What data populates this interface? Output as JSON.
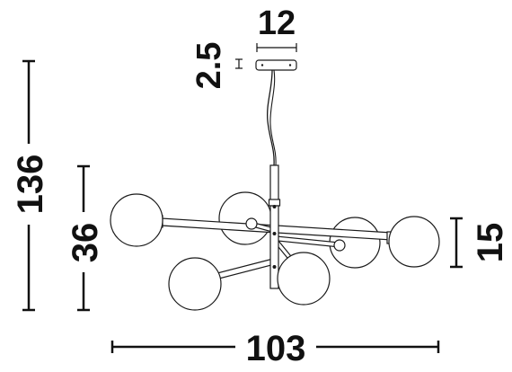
{
  "dimensions": {
    "overall_height": "136",
    "body_height": "36",
    "canopy_height": "2.5",
    "canopy_width": "12",
    "globe_height": "15",
    "overall_width": "103"
  }
}
